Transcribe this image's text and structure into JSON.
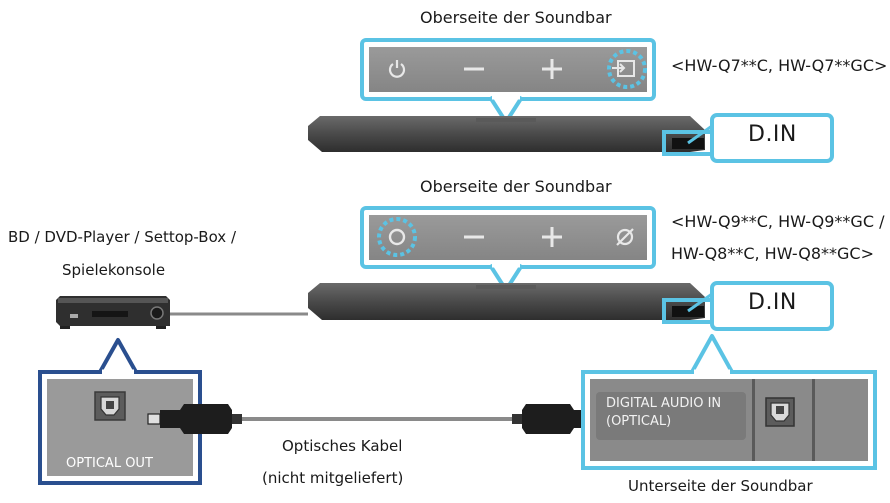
{
  "top_panel": {
    "title": "Oberseite der Soundbar",
    "models": "<HW-Q7**C, HW-Q7**GC>",
    "din_label": "D.IN",
    "icons": [
      "power-icon",
      "minus-icon",
      "plus-icon",
      "source-input-icon"
    ]
  },
  "middle_panel": {
    "title": "Oberseite der Soundbar",
    "models_line1": "<HW-Q9**C, HW-Q9**GC /",
    "models_line2": "HW-Q8**C, HW-Q8**GC>",
    "din_label": "D.IN",
    "icons": [
      "circle-button-icon",
      "minus-icon",
      "plus-icon",
      "mic-off-icon"
    ]
  },
  "source_device": {
    "label_line1": "BD / DVD-Player / Settop-Box /",
    "label_line2": "Spielekonsole",
    "port_label": "OPTICAL OUT"
  },
  "cable": {
    "label_line1": "Optisches Kabel",
    "label_line2": "(nicht mitgeliefert)"
  },
  "soundbar_bottom": {
    "port_label_line1": "DIGITAL AUDIO IN",
    "port_label_line2": "(OPTICAL)",
    "caption": "Unterseite der Soundbar"
  },
  "colors": {
    "accent": "#5bc3e4",
    "panel": "#8e8e8e",
    "soundbar": "#4a4a4a",
    "port_bg": "#9a9a9a"
  }
}
